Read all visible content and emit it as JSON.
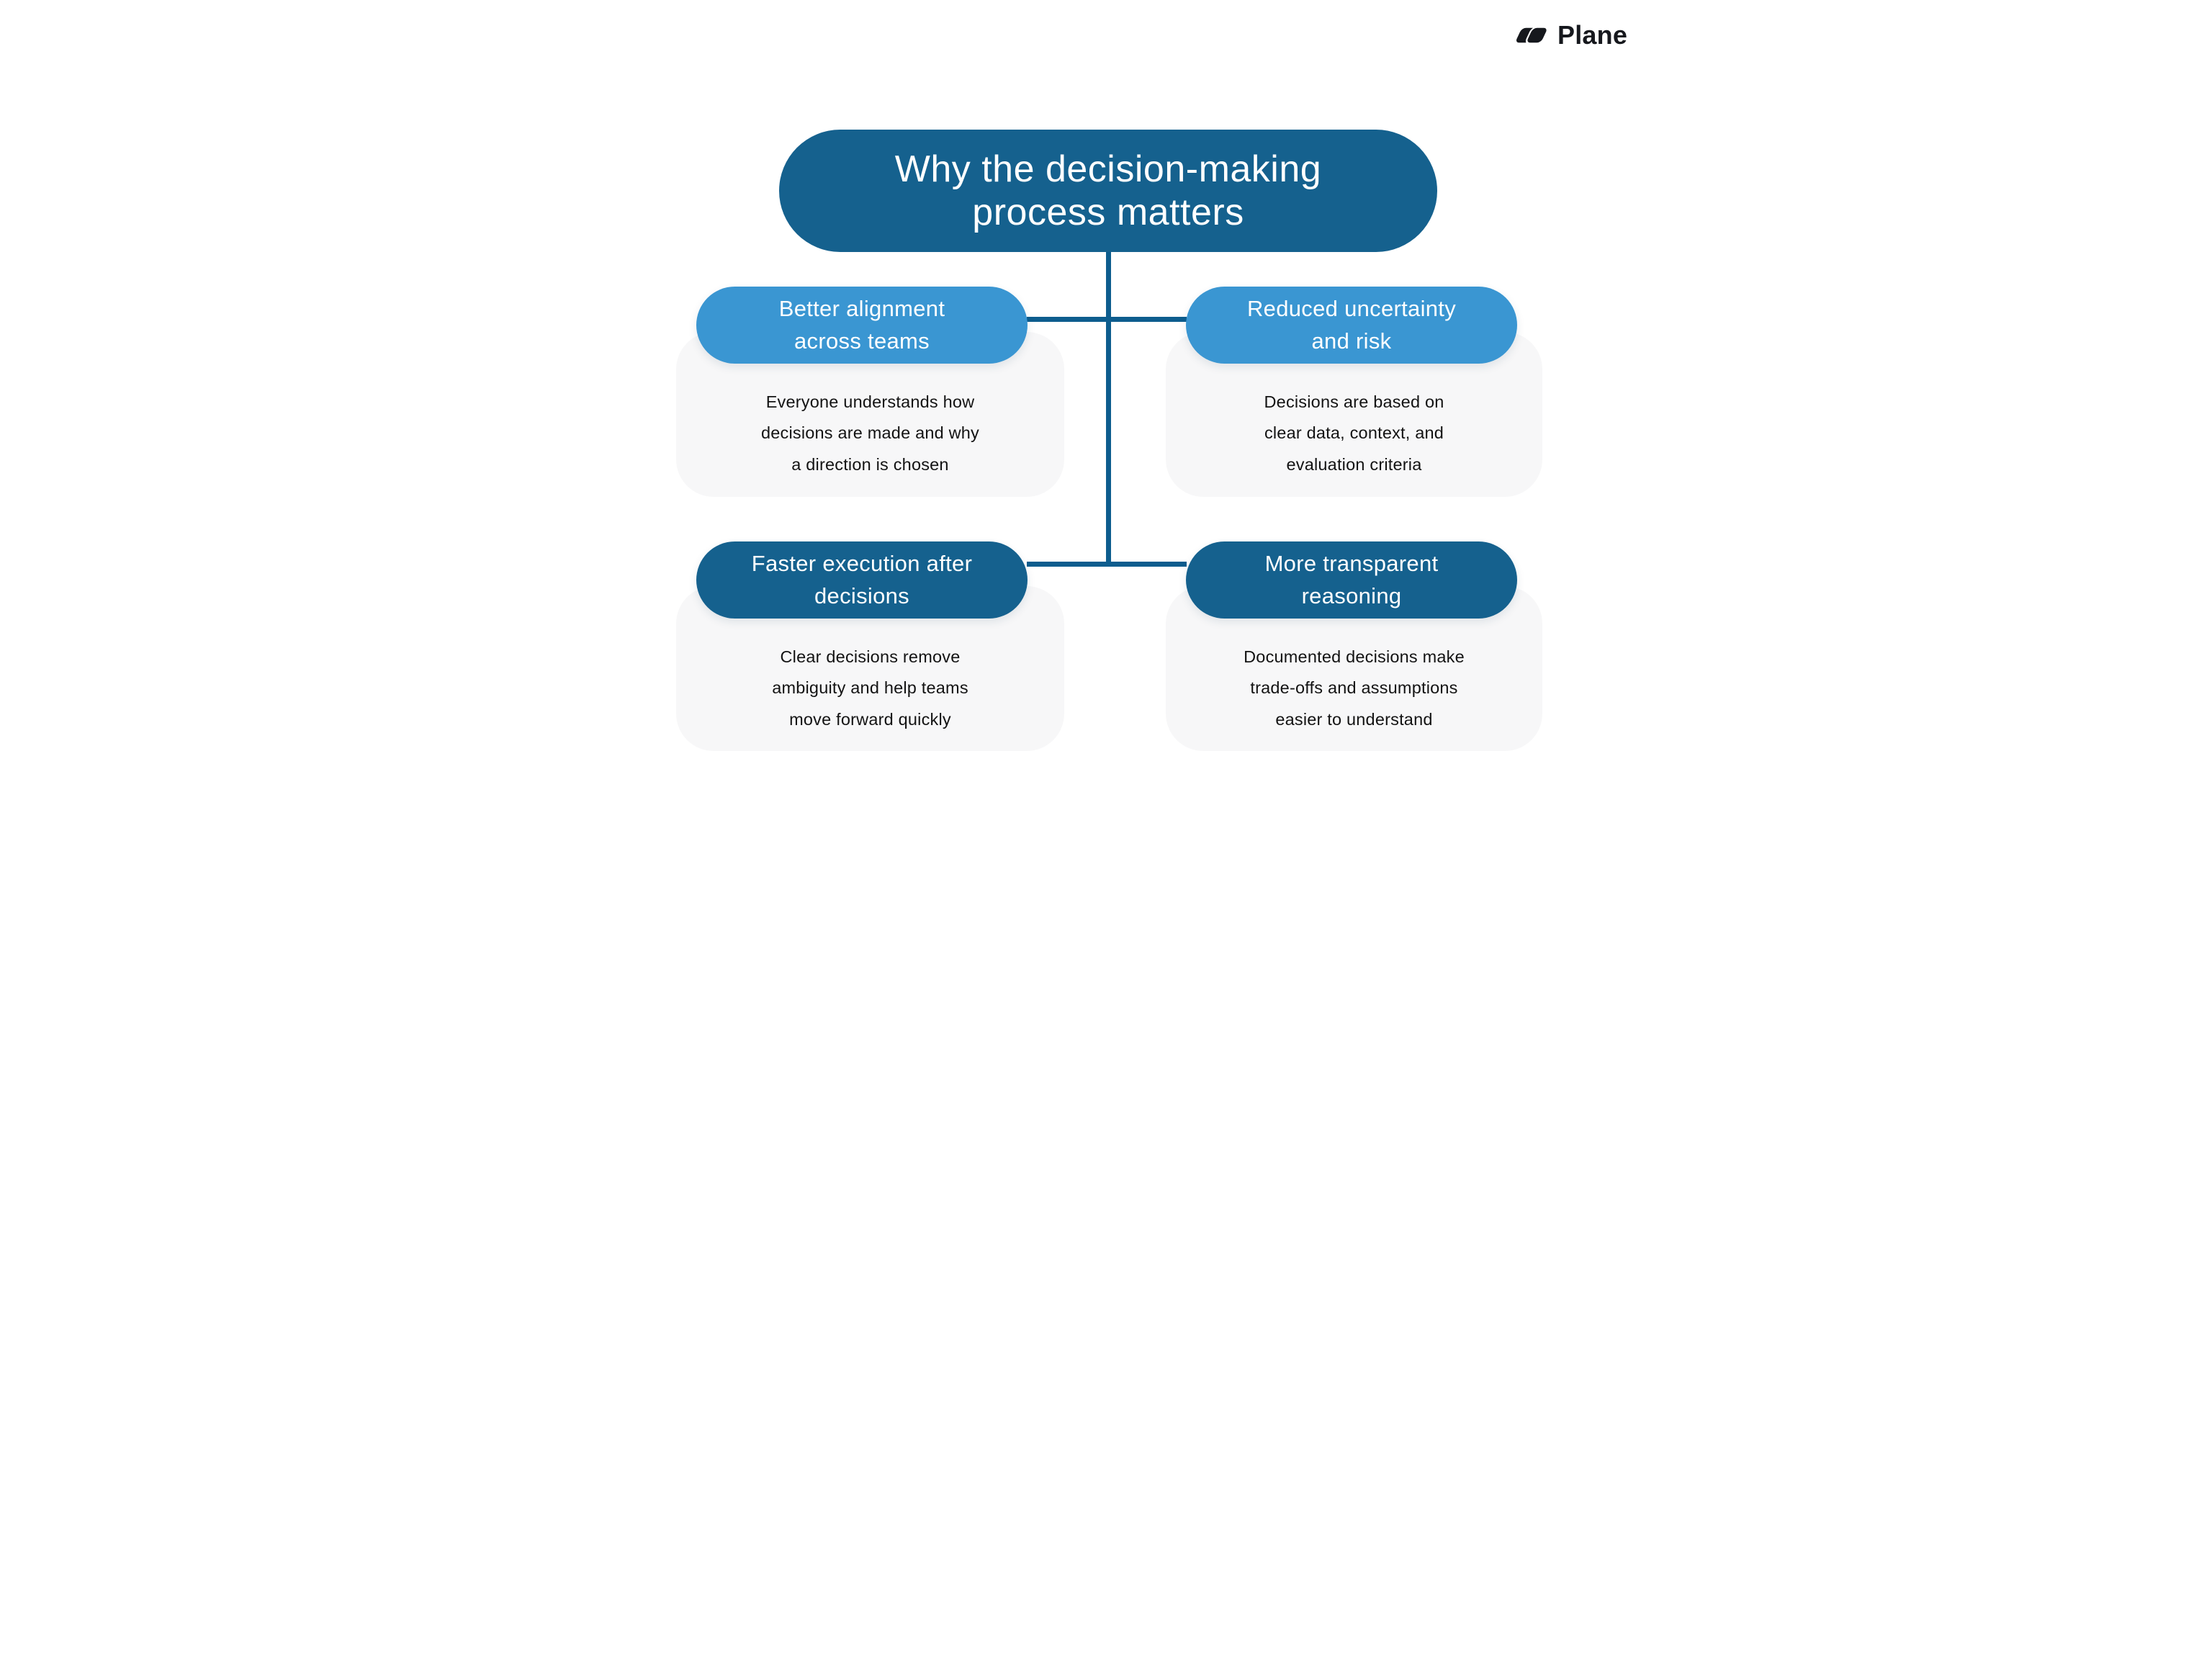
{
  "logo": {
    "brand": "Plane"
  },
  "title": "Why the decision-making\nprocess matters",
  "colors": {
    "dark_blue": "#15618E",
    "light_blue": "#3A96D2",
    "connector": "#0D5D8E",
    "card_gray": "#F7F7F8",
    "body_text": "#131313",
    "logo_text": "#16181D"
  },
  "nodes": [
    {
      "header": "Better alignment\nacross teams",
      "body": "Everyone understands how\ndecisions are made and why\na direction is chosen",
      "style": "light"
    },
    {
      "header": "Reduced uncertainty\nand risk",
      "body": "Decisions are based on\nclear data, context, and\nevaluation criteria",
      "style": "light"
    },
    {
      "header": "Faster execution after\ndecisions",
      "body": "Clear decisions remove\nambiguity and help teams\nmove forward quickly",
      "style": "dark"
    },
    {
      "header": "More transparent\nreasoning",
      "body": "Documented decisions make\ntrade-offs and assumptions\neasier to understand",
      "style": "dark"
    }
  ]
}
